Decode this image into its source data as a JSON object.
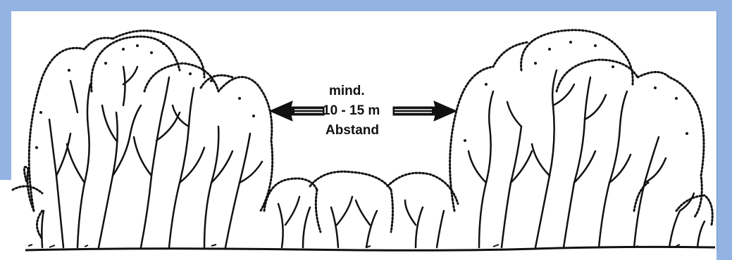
{
  "diagram": {
    "label_lines": [
      "mind.",
      "10 - 15 m",
      "Abstand"
    ]
  },
  "colors": {
    "frame": "#93b3e3",
    "ink": "#111111",
    "paper": "#ffffff"
  }
}
